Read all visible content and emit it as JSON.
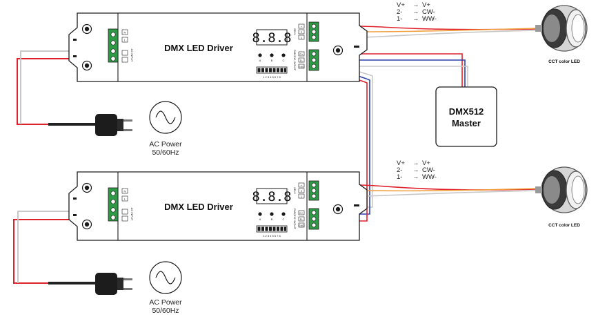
{
  "drivers": [
    {
      "title": "DMX LED Driver",
      "display": "8.8.8",
      "buttons": [
        "A",
        "B",
        "C"
      ],
      "dip_numbers": "1 2 3 4 5 6 7 8",
      "input_label": "AC INPUT",
      "input_pins": [
        "N",
        "L"
      ],
      "output_label": "SELV",
      "output_pins": [
        "+",
        "2",
        "1"
      ],
      "dmx_label": "DMX512 IN/OUT",
      "dmx_pins": [
        "D+",
        "D-",
        "GND"
      ]
    },
    {
      "title": "DMX LED Driver",
      "display": "8.8.8",
      "buttons": [
        "A",
        "B",
        "C"
      ],
      "dip_numbers": "1 2 3 4 5 6 7 8",
      "input_label": "AC INPUT",
      "input_pins": [
        "N",
        "L"
      ],
      "output_label": "SELV",
      "output_pins": [
        "+",
        "2",
        "1"
      ],
      "dmx_label": "DMX512 IN/OUT",
      "dmx_pins": [
        "D+",
        "D-",
        "GND"
      ]
    }
  ],
  "wire_maps": [
    {
      "rows": [
        {
          "from": "V+",
          "to": "V+"
        },
        {
          "from": "2-",
          "to": "CW-"
        },
        {
          "from": "1-",
          "to": "WW-"
        }
      ]
    },
    {
      "rows": [
        {
          "from": "V+",
          "to": "V+"
        },
        {
          "from": "2-",
          "to": "CW-"
        },
        {
          "from": "1-",
          "to": "WW-"
        }
      ]
    }
  ],
  "leds": [
    {
      "caption": "CCT color LED"
    },
    {
      "caption": "CCT color LED"
    }
  ],
  "ac_power": [
    {
      "line1": "AC Power",
      "line2": "50/60Hz",
      "icon": "sine-wave-icon"
    },
    {
      "line1": "AC Power",
      "line2": "50/60Hz",
      "icon": "sine-wave-icon"
    }
  ],
  "master": {
    "line1": "DMX512",
    "line2": "Master"
  },
  "colors": {
    "outline": "#1a1a1a",
    "terminal": "#2e9a46",
    "wire_red": "#e0202a",
    "wire_orange": "#f0a040",
    "wire_white": "#c8c8c8",
    "wire_black": "#222222",
    "wire_blue": "#2a3eaa"
  }
}
